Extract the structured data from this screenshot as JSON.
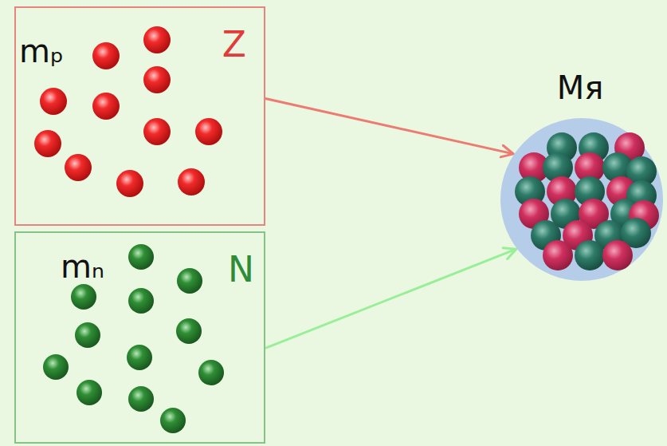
{
  "diagram": {
    "nodes": [
      {
        "text": [
          "mₚ",
          "Z"
        ]
      },
      {
        "text": [
          "mₙ",
          "N"
        ]
      },
      {
        "text": [
          "Mя"
        ]
      }
    ],
    "edges": [
      {
        "from": 0,
        "to": 2,
        "arrow": "to"
      },
      {
        "from": 1,
        "to": 2,
        "arrow": "to"
      }
    ]
  }
}
